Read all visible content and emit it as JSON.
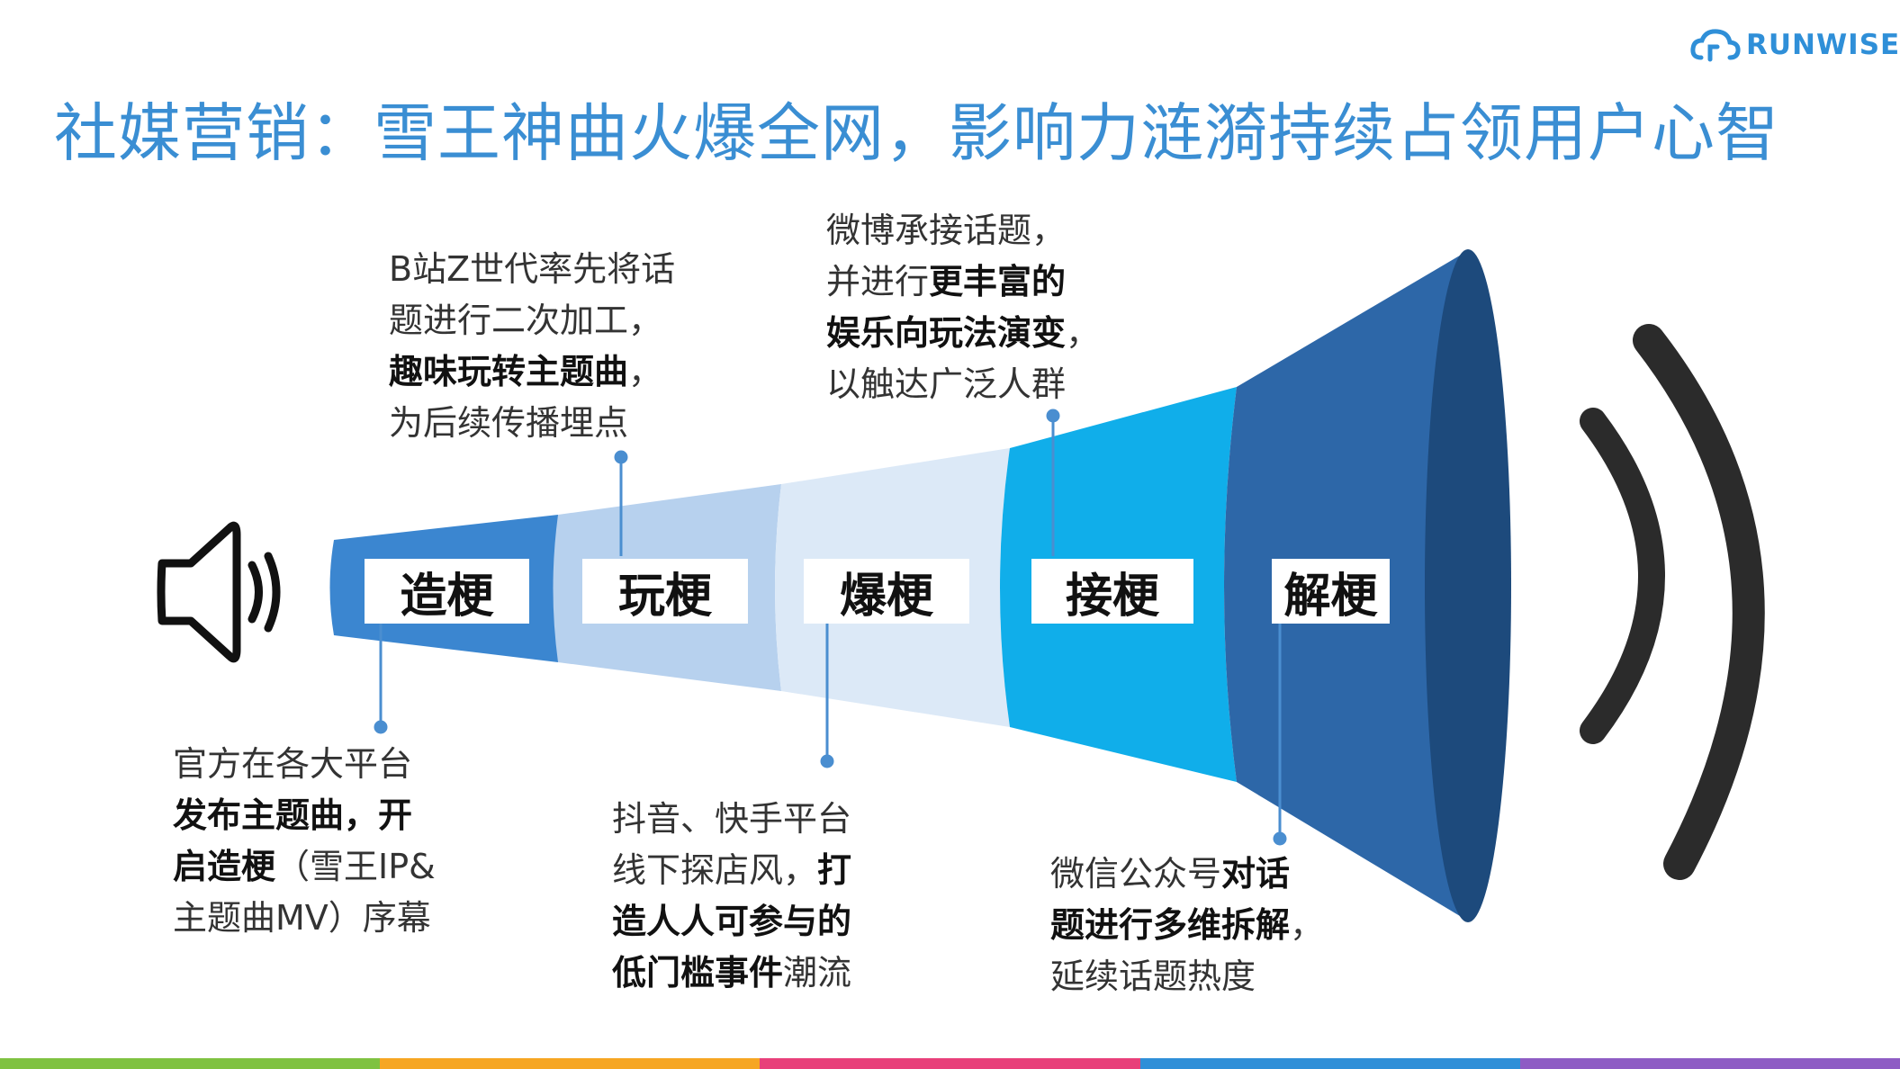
{
  "brand": {
    "logo_text": "RUNWISE",
    "accent_color": "#3a8ed3"
  },
  "title": "社媒营销：雪王神曲火爆全网，影响力涟漪持续占领用户心智",
  "stages": [
    {
      "label": "造梗",
      "color": "#3b86d0"
    },
    {
      "label": "玩梗",
      "color": "#b7d1ee"
    },
    {
      "label": "爆梗",
      "color": "#dce9f7"
    },
    {
      "label": "接梗",
      "color": "#10aeea"
    },
    {
      "label": "解梗",
      "color": "#2d67a8"
    }
  ],
  "descriptions": {
    "zaogeng": {
      "l1": "官方在各大平台",
      "l2": "发布主题曲，开",
      "l3b": "启造梗",
      "l3": "（雪王IP&",
      "l4": "主题曲MV）序幕"
    },
    "wangeng": {
      "l1": "B站Z世代率先将话",
      "l2": "题进行二次加工，",
      "l3b": "趣味玩转主题曲",
      "l3": "，",
      "l4": "为后续传播埋点"
    },
    "baogeng": {
      "l1": "抖音、快手平台",
      "l2": "线下探店风，",
      "l2b": "打",
      "l3b": "造人人可参与的",
      "l4b": "低门槛事件",
      "l4": "潮流"
    },
    "jiegeng": {
      "l1": "微博承接话题，",
      "l2": "并进行",
      "l2b": "更丰富的",
      "l3b": "娱乐向玩法演变",
      "l3": "，",
      "l4": "以触达广泛人群"
    },
    "jiegeng2": {
      "l1": "微信公众号",
      "l1b": "对话",
      "l2b": "题进行多维拆解",
      "l2": "，",
      "l3": "延续话题热度"
    }
  },
  "icons": [
    "cloud-logo-icon",
    "speaker-icon",
    "sound-wave-icon"
  ],
  "bottom_bar_colors": [
    "#7fc241",
    "#f6a623",
    "#e8407a",
    "#2f8fd8",
    "#8e5cc4"
  ]
}
